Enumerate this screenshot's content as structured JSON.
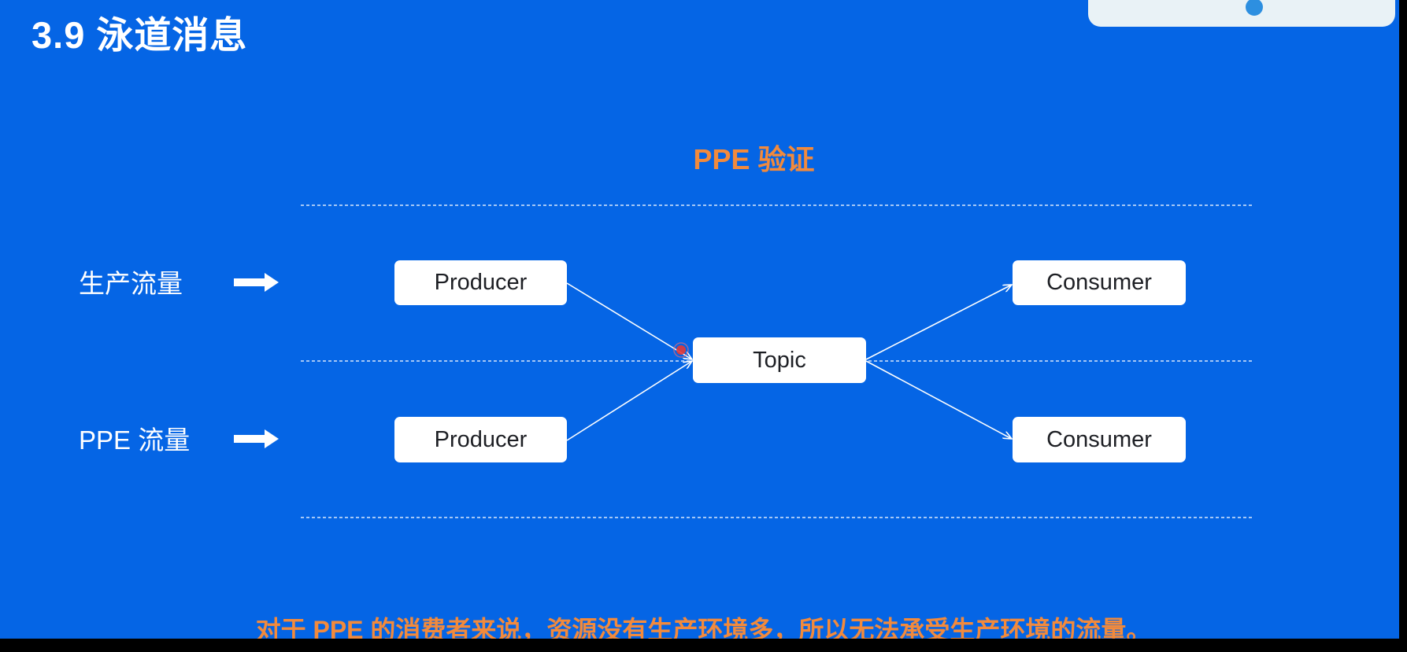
{
  "slide": {
    "title": "3.9 泳道消息"
  },
  "diagram": {
    "title": "PPE 验证",
    "lanes": [
      {
        "label": "生产流量"
      },
      {
        "label": "PPE 流量"
      }
    ],
    "nodes": {
      "producer_prod": "Producer",
      "producer_ppe": "Producer",
      "topic": "Topic",
      "consumer_prod": "Consumer",
      "consumer_ppe": "Consumer"
    },
    "edges": [
      {
        "from": "producer_prod",
        "to": "topic"
      },
      {
        "from": "producer_ppe",
        "to": "topic"
      },
      {
        "from": "topic",
        "to": "consumer_prod"
      },
      {
        "from": "topic",
        "to": "consumer_ppe"
      }
    ],
    "colors": {
      "background": "#0565E5",
      "accent": "#F28A3C",
      "box": "#FFFFFF",
      "line": "#FFFFFF",
      "cursor_dot": "#E53935"
    }
  },
  "footer": {
    "note": "对于 PPE 的消费者来说，资源没有生产环境多，所以无法承受生产环境的流量。"
  }
}
